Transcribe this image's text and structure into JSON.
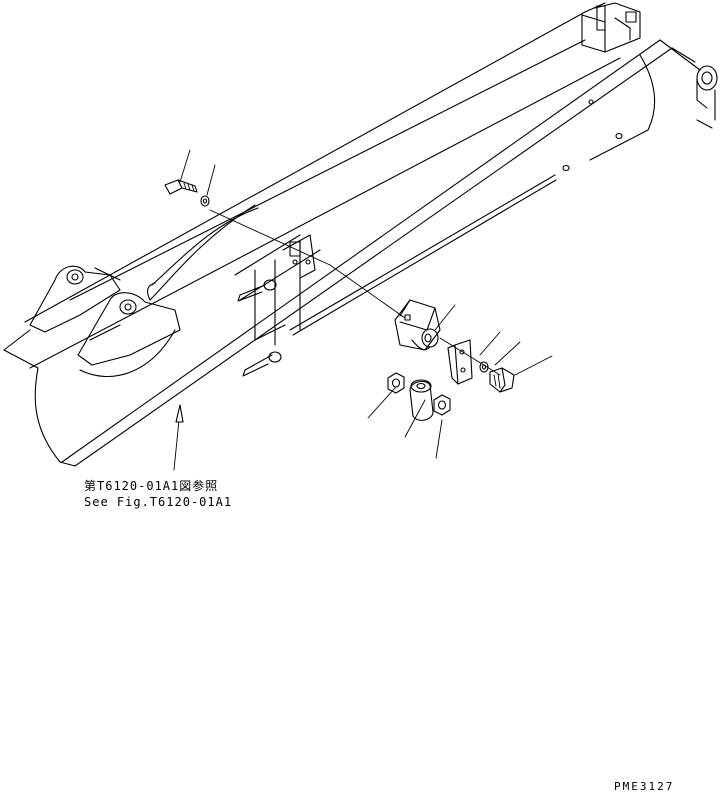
{
  "reference_note": {
    "japanese": "第T6120-01A1図参照",
    "english": "See Fig.T6120-01A1"
  },
  "drawing_id": "PME3127",
  "colors": {
    "line": "#000000",
    "background": "#ffffff"
  }
}
